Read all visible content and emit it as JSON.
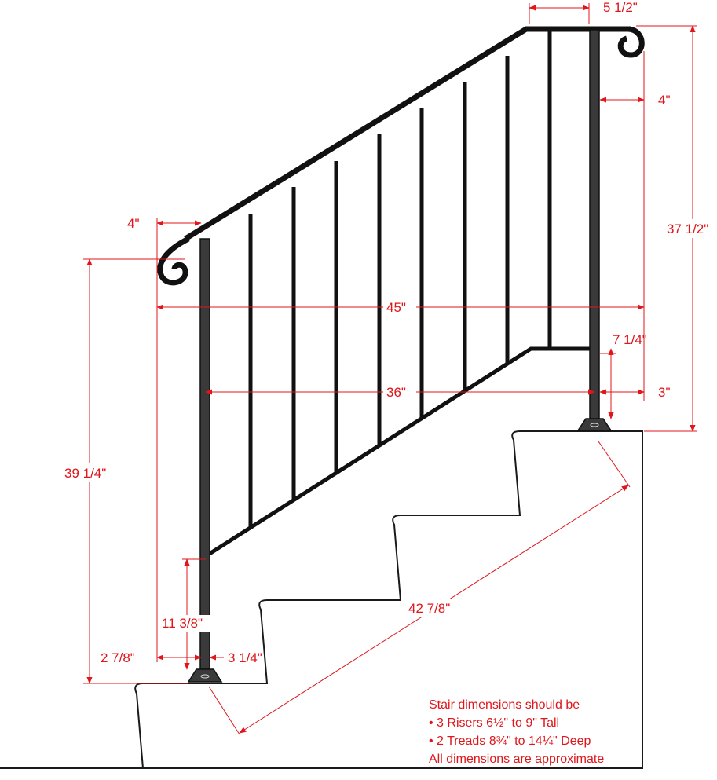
{
  "dimensions": {
    "top_offset": "5 1/2\"",
    "top_return": "4\"",
    "bottom_return": "4\"",
    "overall_height": "37 1/2\"",
    "overall_length": "45\"",
    "bottom_rail_clearance": "7 1/4\"",
    "post_setback": "3\"",
    "post_spacing": "36\"",
    "post_height": "39 1/4\"",
    "lower_rail_height": "11 3/8\"",
    "bottom_scroll_offset": "2 7/8\"",
    "post_base": "3 1/4\"",
    "stair_diagonal": "42 7/8\""
  },
  "notes": {
    "line1": "Stair dimensions should be",
    "line2": "• 3 Risers 6½\" to 9\" Tall",
    "line3": "• 2 Treads 8¾\" to 14¼\" Deep",
    "line4": "All dimensions are approximate"
  },
  "colors": {
    "dimension": "#e0161b",
    "rail": "#111111",
    "stair_outline": "#1a1a1a"
  }
}
